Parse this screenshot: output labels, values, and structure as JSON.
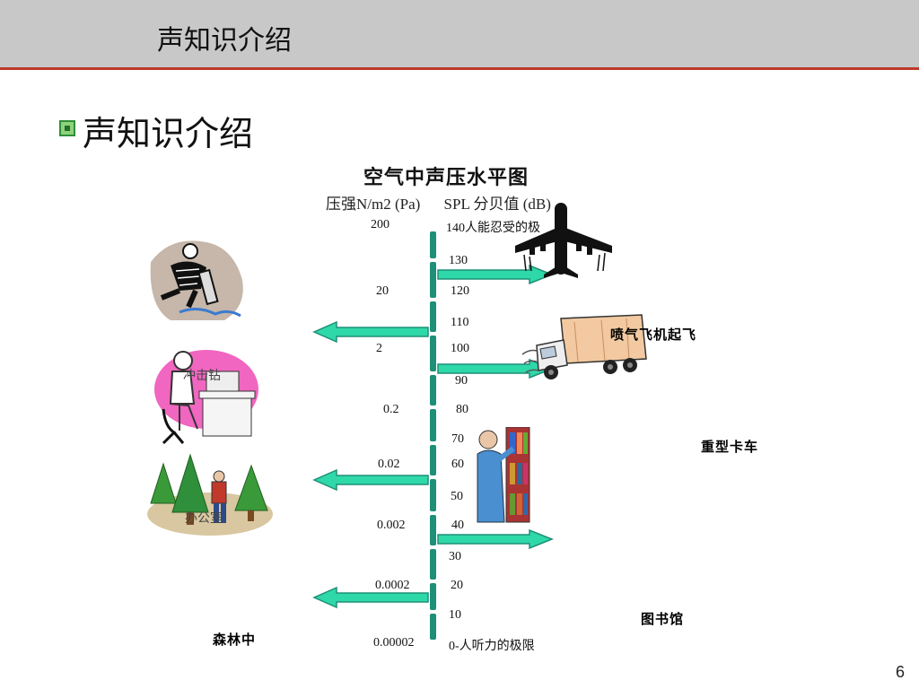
{
  "header": {
    "title": "声知识介绍"
  },
  "bullet": {
    "text": "声知识介绍"
  },
  "chart": {
    "title": "空气中声压水平图",
    "pressure_header": "压强N/m2 (Pa)",
    "spl_header": "SPL 分贝值 (dB)"
  },
  "pressure_labels": [
    "200",
    "20",
    "2",
    "0.2",
    "0.02",
    "0.002",
    "0.0002",
    "0.00002"
  ],
  "spl_labels": [
    "140人能忍受的极",
    "130",
    "120",
    "110",
    "100",
    "90",
    "80",
    "70",
    "60",
    "50",
    "40",
    "30",
    "20",
    "10",
    "0-人听力的极限"
  ],
  "captions": {
    "jet": "喷气飞机起飞",
    "truck": "重型卡车",
    "library": "图书馆",
    "forest": "森林中",
    "drill": "冲击钻",
    "office": "办公室"
  },
  "page_number": "6"
}
